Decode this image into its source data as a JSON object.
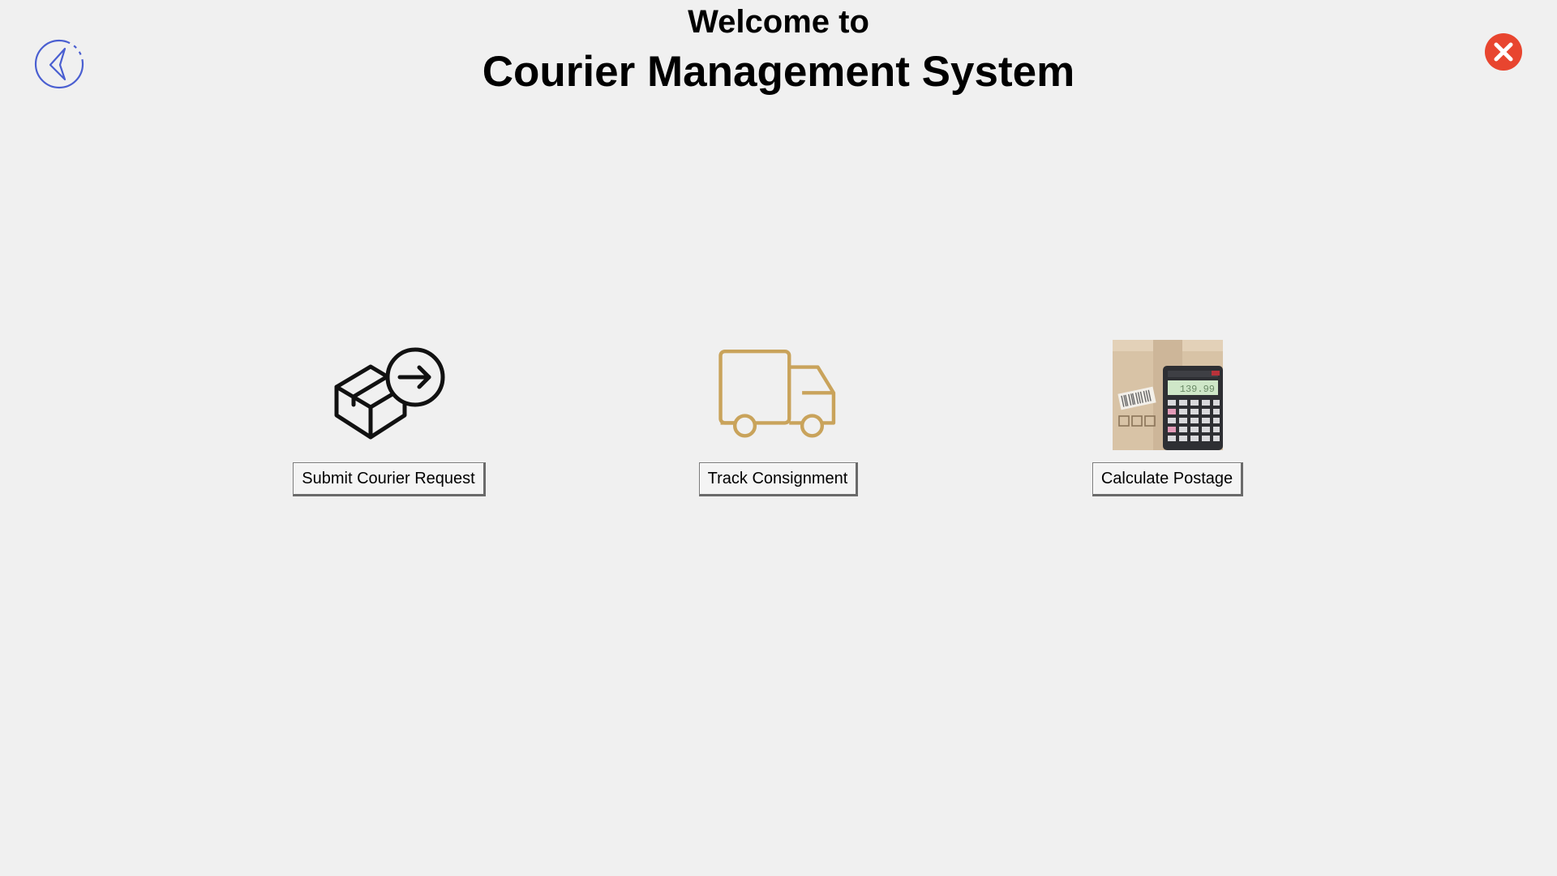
{
  "header": {
    "welcome_text": "Welcome to",
    "title": "Courier Management System"
  },
  "toolbar": {
    "back_icon": "back-arrow-icon",
    "close_icon": "close-icon"
  },
  "actions": [
    {
      "label": "Submit Courier Request",
      "icon": "box-forward-icon"
    },
    {
      "label": "Track Consignment",
      "icon": "truck-icon"
    },
    {
      "label": "Calculate Postage",
      "icon": "parcel-calculator-icon"
    }
  ],
  "postage_preview": {
    "display_value": "139.99"
  },
  "colors": {
    "background": "#f0f0f0",
    "back_icon": "#4a5fd1",
    "close_icon": "#e8452f",
    "truck_icon": "#c9a35b",
    "box_icon": "#111111"
  }
}
